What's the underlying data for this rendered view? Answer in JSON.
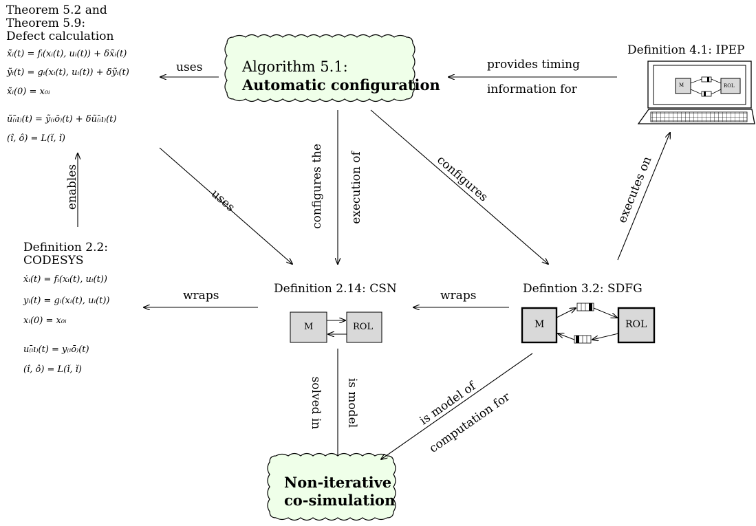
{
  "defect": {
    "heading": [
      "Theorem 5.2 and",
      "Theorem 5.9:",
      "Defect calculation"
    ],
    "equations": [
      "x̃̇ᵢ(t) = fᵢ(xᵢ(t), uᵢ(t)) + δx̃ᵢ(t)",
      "ỹᵢ(t) = gᵢ(xᵢ(t), uᵢ(t)) + δỹᵢ(t)",
      "x̃ᵢ(0) = x₀ᵢ",
      "ũ₍ᵢ̄ı₎(t) = ỹ₍ᵢō₎(t) + δũ₍ᵢ̄ı₎(t)",
      "(î, ô) = L(ǐ, ǐ)"
    ]
  },
  "codesys": {
    "heading": [
      "Definition 2.2:",
      "CODESYS"
    ],
    "equations": [
      "ẋᵢ(t) = fᵢ(xᵢ(t), uᵢ(t))",
      "yᵢ(t) = gᵢ(xᵢ(t), uᵢ(t))",
      "xᵢ(0) = x₀ᵢ",
      "u₍ᵢ̄ı₎(t) = y₍ᵢō₎(t)",
      "(î, ô) = L(ǐ, ǐ)"
    ]
  },
  "algorithm": {
    "line1": "Algorithm 5.1:",
    "line2": "Automatic configuration"
  },
  "noniterative": {
    "line1": "Non-iterative",
    "line2": "co-simulation"
  },
  "ipep": {
    "title": "Definition 4.1: IPEP",
    "m": "M",
    "rol": "ROL"
  },
  "csn": {
    "title": "Definition 2.14: CSN",
    "m": "M",
    "rol": "ROL"
  },
  "sdfg": {
    "title": "Defintion 3.2: SDFG",
    "m": "M",
    "rol": "ROL"
  },
  "edges": {
    "uses_top": "uses",
    "provides_1": "provides timing",
    "provides_2": "information for",
    "enables": "enables",
    "uses_diag": "uses",
    "configures_exec_1": "configures the",
    "configures_exec_2": "execution of",
    "configures": "configures",
    "executes_on": "executes on",
    "wraps_left": "wraps",
    "wraps_right": "wraps",
    "is_model_1": "is model",
    "is_model_2": "solved in",
    "model_of_1": "is model of",
    "model_of_2": "computation for"
  }
}
